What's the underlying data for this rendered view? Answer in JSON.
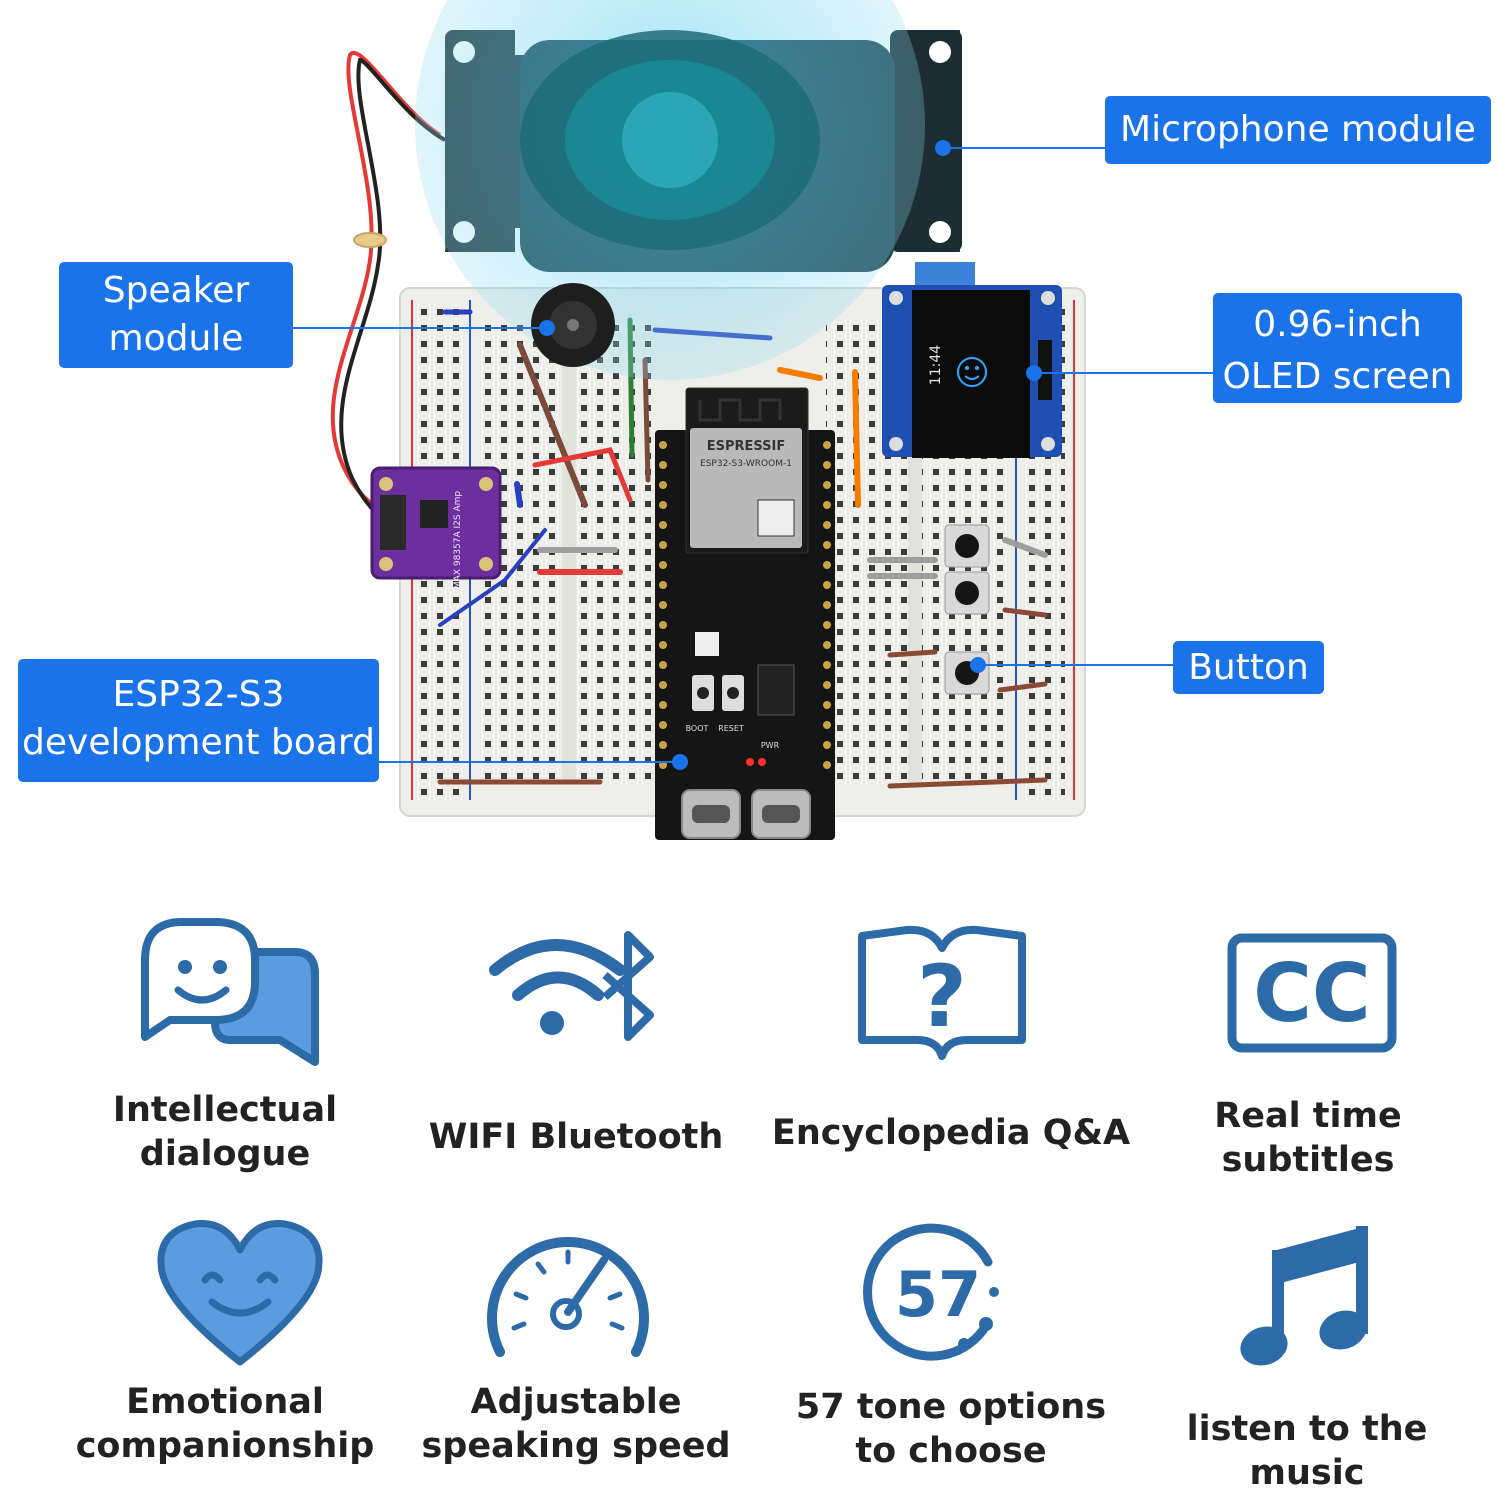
{
  "callouts": {
    "microphone": "Microphone module",
    "speaker": [
      "Speaker",
      "module"
    ],
    "oled": [
      "0.96-inch",
      "OLED screen"
    ],
    "button": "Button",
    "esp32": [
      "ESP32-S3",
      "development board"
    ]
  },
  "board": {
    "chip_brand": "ESPRESSIF",
    "chip_model": "ESP32-S3-WROOM-1",
    "boot_label": "BOOT",
    "reset_label": "RESET",
    "pwr_label": "PWR",
    "amp_label": "MAX 98357A I2S Amp",
    "oled_time": "11:44"
  },
  "features": [
    {
      "icon": "dialogue-icon",
      "lines": [
        "Intellectual",
        "dialogue"
      ]
    },
    {
      "icon": "wifi-bluetooth-icon",
      "lines": [
        "WIFI Bluetooth"
      ]
    },
    {
      "icon": "encyclopedia-icon",
      "lines": [
        "Encyclopedia Q&A"
      ]
    },
    {
      "icon": "subtitles-icon",
      "lines": [
        "Real time",
        "subtitles"
      ]
    },
    {
      "icon": "heart-icon",
      "lines": [
        "Emotional",
        "companionship"
      ]
    },
    {
      "icon": "speedometer-icon",
      "lines": [
        "Adjustable",
        "speaking speed"
      ]
    },
    {
      "icon": "tone-57-icon",
      "lines": [
        "57 tone options",
        "to choose"
      ]
    },
    {
      "icon": "music-note-icon",
      "lines": [
        "listen to the music"
      ]
    }
  ],
  "icon_text": {
    "cc": "CC",
    "question": "?",
    "tones": "57"
  },
  "colors": {
    "accent": "#1a73e8",
    "icon_stroke": "#2d6aa8",
    "icon_fill": "#5b9be0"
  }
}
